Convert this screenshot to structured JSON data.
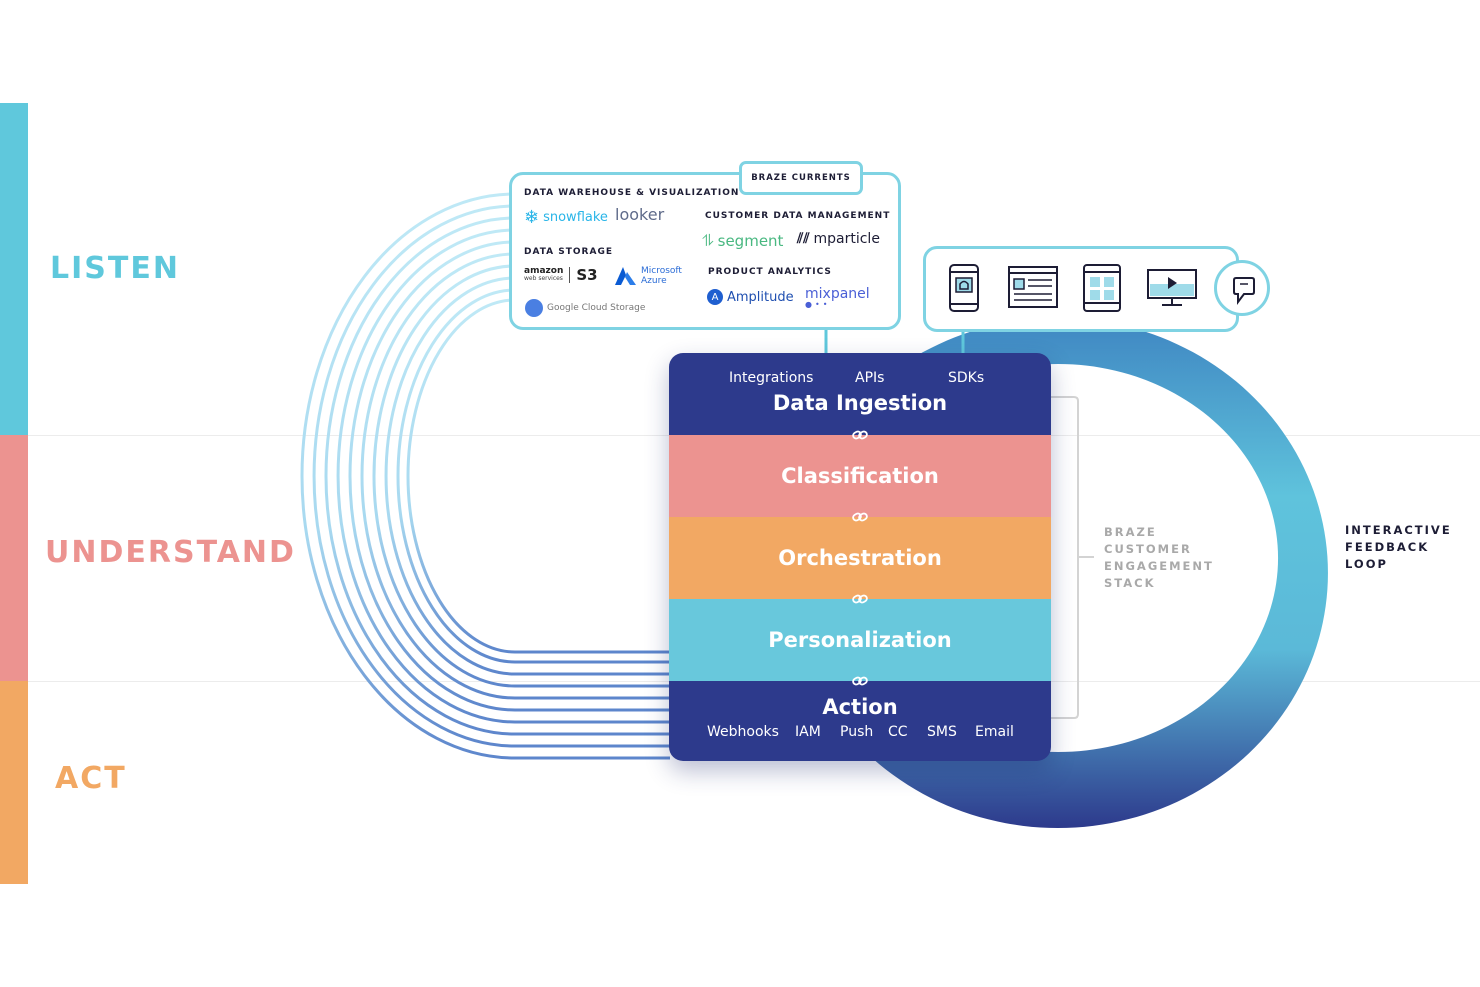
{
  "phases": {
    "listen": {
      "label": "LISTEN",
      "color": "#5fc8dc"
    },
    "understand": {
      "label": "UNDERSTAND",
      "color": "#ec9390"
    },
    "act": {
      "label": "ACT",
      "color": "#f2a863"
    }
  },
  "currents": {
    "tab_label": "BRAZE CURRENTS",
    "data_warehouse_heading": "DATA WAREHOUSE & VISUALIZATION",
    "data_storage_heading": "DATA STORAGE",
    "cdm_heading": "CUSTOMER DATA MANAGEMENT",
    "product_analytics_heading": "PRODUCT ANALYTICS",
    "logos": {
      "snowflake": "snowflake",
      "looker": "looker",
      "amazon_line1": "amazon",
      "amazon_line2": "web services",
      "s3": "S3",
      "azure_line1": "Microsoft",
      "azure_line2": "Azure",
      "google_cloud": "Google Cloud Storage",
      "segment": "segment",
      "mparticle": "mparticle",
      "amplitude": "Amplitude",
      "mixpanel": "mixpanel"
    }
  },
  "stack": {
    "ingestion_channels": [
      "Integrations",
      "APIs",
      "SDKs"
    ],
    "layers": [
      {
        "name": "Data Ingestion",
        "color": "#2d3a8c"
      },
      {
        "name": "Classification",
        "color": "#ec9390"
      },
      {
        "name": "Orchestration",
        "color": "#f2a863"
      },
      {
        "name": "Personalization",
        "color": "#68c8dc"
      },
      {
        "name": "Action",
        "color": "#2d3a8c"
      }
    ],
    "action_channels": [
      "Webhooks",
      "IAM",
      "Push",
      "CC",
      "SMS",
      "Email"
    ]
  },
  "devices": {
    "icons": [
      "mobile-notification-icon",
      "email-icon",
      "tablet-icon",
      "desktop-video-icon",
      "feedback-icon"
    ]
  },
  "stack_label": {
    "line1": "BRAZE",
    "line2": "CUSTOMER",
    "line3": "ENGAGEMENT",
    "line4": "STACK"
  },
  "loop_label": {
    "line1": "INTERACTIVE",
    "line2": "FEEDBACK",
    "line3": "LOOP"
  }
}
